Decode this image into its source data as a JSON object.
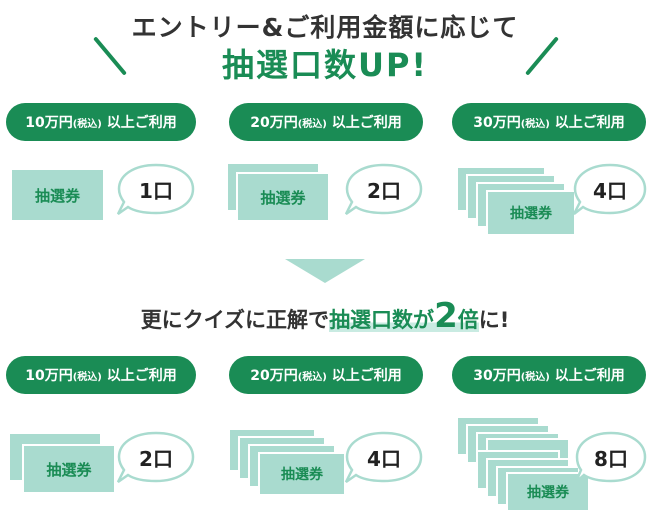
{
  "heading": {
    "line1": "エントリー&ご利用金額に応じて",
    "line2": "抽選口数UP!"
  },
  "ticket_label": "抽選券",
  "tiers": [
    {
      "amount": "10万円",
      "tax": "(税込)",
      "suffix": "以上ご利用",
      "chances": "1口"
    },
    {
      "amount": "20万円",
      "tax": "(税込)",
      "suffix": "以上ご利用",
      "chances": "2口"
    },
    {
      "amount": "30万円",
      "tax": "(税込)",
      "suffix": "以上ご利用",
      "chances": "4口"
    }
  ],
  "quiz": {
    "prefix": "更にクイズに正解で",
    "highlight": "抽選口数が",
    "multiplier": "2",
    "unit": "倍",
    "suffix": "に!"
  },
  "tiers_quiz": [
    {
      "amount": "10万円",
      "tax": "(税込)",
      "suffix": "以上ご利用",
      "chances": "2口"
    },
    {
      "amount": "20万円",
      "tax": "(税込)",
      "suffix": "以上ご利用",
      "chances": "4口"
    },
    {
      "amount": "30万円",
      "tax": "(税込)",
      "suffix": "以上ご利用",
      "chances": "8口"
    }
  ],
  "colors": {
    "accent": "#1a8c55",
    "ticket": "#a9dbcf"
  }
}
